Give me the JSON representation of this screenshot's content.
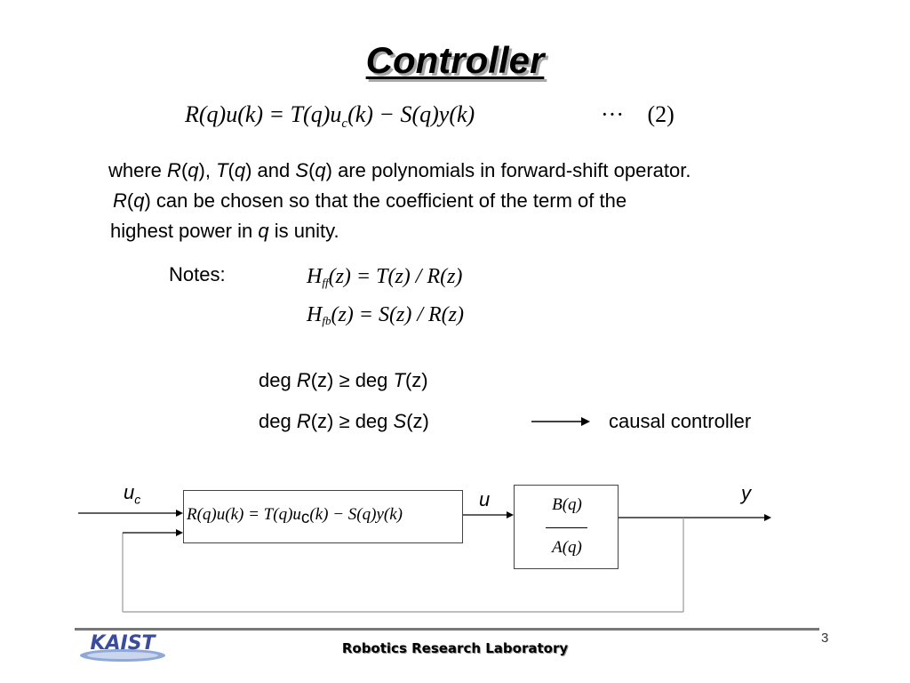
{
  "slide": {
    "title": "Controller",
    "main_equation": {
      "lhs": "R(q)u(k) = T(q)u",
      "uc_sub": "c",
      "rhs": "(k) − S(q)y(k)",
      "dots": "···",
      "number": "(2)"
    },
    "description": {
      "line1_a": "where ",
      "line1_R": "R",
      "line1_b": "(",
      "line1_q1": "q",
      "line1_c": "), ",
      "line1_T": "T",
      "line1_d": "(",
      "line1_q2": "q",
      "line1_e": ") and ",
      "line1_S": "S",
      "line1_f": "(",
      "line1_q3": "q",
      "line1_g": ") are polynomials in forward-shift operator.",
      "line2_R": "R",
      "line2_a": "(",
      "line2_q": "q",
      "line2_b": ") can be chosen so that the coefficient of the term of the",
      "line3_a": "highest power in ",
      "line3_q": "q",
      "line3_b": " is unity."
    },
    "notes": {
      "label": "Notes:",
      "hff": {
        "H": "H",
        "sub": "ff",
        "rest": "(z) = T(z) / R(z)"
      },
      "hfb": {
        "H": "H",
        "sub": "fb",
        "rest": "(z) = S(z) / R(z)"
      }
    },
    "degree_conditions": [
      {
        "a": "deg ",
        "R": "R",
        "z1": "(z)",
        "ge": " ≥ ",
        "b": "deg ",
        "X": "T",
        "z2": "(z)"
      },
      {
        "a": "deg ",
        "R": "R",
        "z1": "(z)",
        "ge": " ≥ ",
        "b": "deg ",
        "X": "S",
        "z2": "(z)"
      }
    ],
    "causal_label": "causal controller",
    "block_diagram": {
      "input_label": "u",
      "input_sub": "c",
      "controller_eq_a": "R(q)u(k) = T(q)u",
      "controller_eq_sub": "c",
      "controller_eq_b": "(k) − S(q)y(k)",
      "u_label": "u",
      "plant_numerator": "B(q)",
      "plant_denominator": "A(q)",
      "output_label": "y"
    },
    "footer": {
      "logo_text": "KAIST",
      "lab_name": "Robotics Research Laboratory",
      "page_number": "3"
    }
  },
  "colors": {
    "line": "#000000",
    "box_border": "#444444",
    "feedback_line": "#999999",
    "logo_blue": "#3a4c9a",
    "logo_light": "#8fa8d8"
  }
}
